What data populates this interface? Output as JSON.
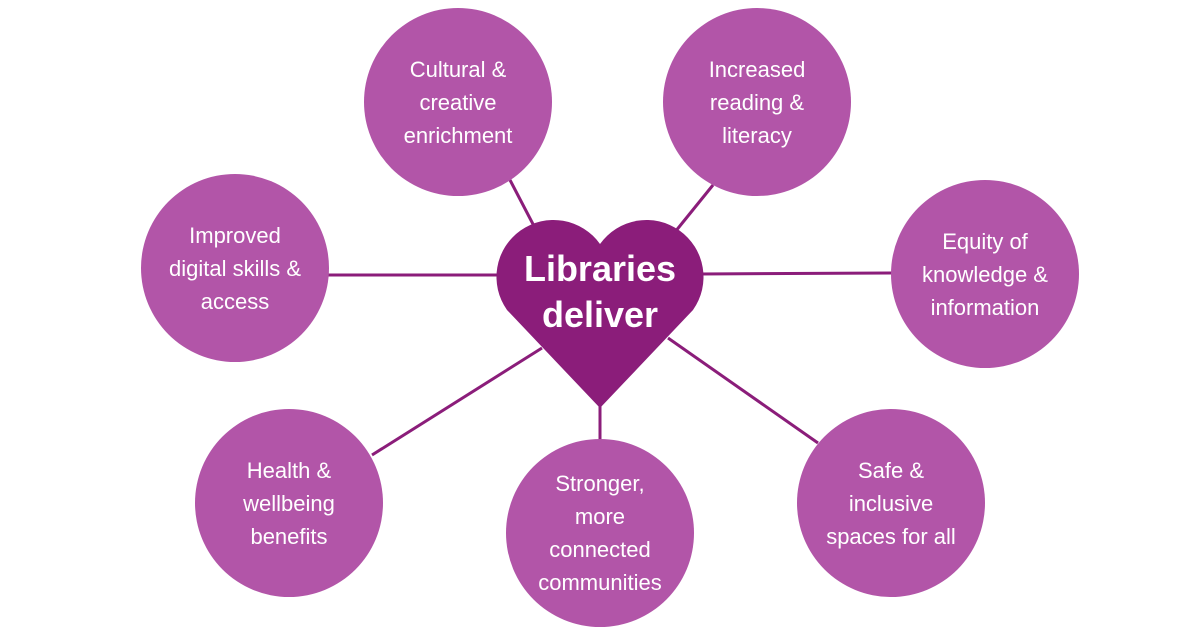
{
  "colors": {
    "node_fill": "#b255a8",
    "heart_fill": "#8b1d7a",
    "connector": "#8b1d7a",
    "text": "#ffffff",
    "background": "#ffffff"
  },
  "center": {
    "title": "Libraries\ndeliver",
    "shape": "heart-icon"
  },
  "nodes": {
    "cultural": "Cultural &\ncreative\nenrichment",
    "reading": "Increased\nreading &\nliteracy",
    "digital": "Improved\ndigital skills &\naccess",
    "equity": "Equity of\nknowledge &\ninformation",
    "health": "Health &\nwellbeing\nbenefits",
    "community": "Stronger,\nmore\nconnected\ncommunities",
    "safe": "Safe &\ninclusive\nspaces for all"
  }
}
